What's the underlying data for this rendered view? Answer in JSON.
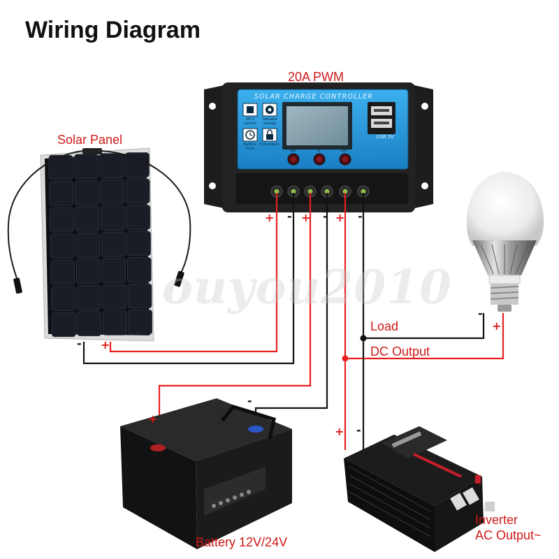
{
  "title": "Wiring Diagram",
  "labels": {
    "controller": "20A PWM",
    "solar_panel": "Solar Panel",
    "load": "Load",
    "dc_output": "DC Output",
    "battery": "Battery 12V/24V",
    "inverter_line1": "Inverter",
    "inverter_line2": "AC Output~"
  },
  "controller": {
    "panel_title": "SOLAR CHARGE CONTROLLER",
    "icons": [
      {
        "name": "mcu-icon",
        "caption": "MCU control"
      },
      {
        "name": "gear-icon",
        "caption": "Settable voltage"
      },
      {
        "name": "clock-icon",
        "caption": "Build-in timer"
      },
      {
        "name": "lock-icon",
        "caption": "Full protect"
      }
    ],
    "usb_caption": "USB 5V",
    "buttons": [
      "SW",
      "A",
      "A-V"
    ]
  },
  "terminals": {
    "controller": [
      "+",
      "-",
      "+",
      "-",
      "+",
      "-"
    ],
    "solar_panel": [
      "-",
      "+"
    ],
    "battery": [
      "+",
      "-"
    ],
    "inverter": [
      "+",
      "-"
    ],
    "bulb": [
      "-",
      "+"
    ]
  },
  "watermark": "ouyou2010",
  "colors": {
    "positive_wire": "#e82020",
    "negative_wire": "#111111",
    "label": "#d01818",
    "controller_blue": "#2a9ee0"
  }
}
